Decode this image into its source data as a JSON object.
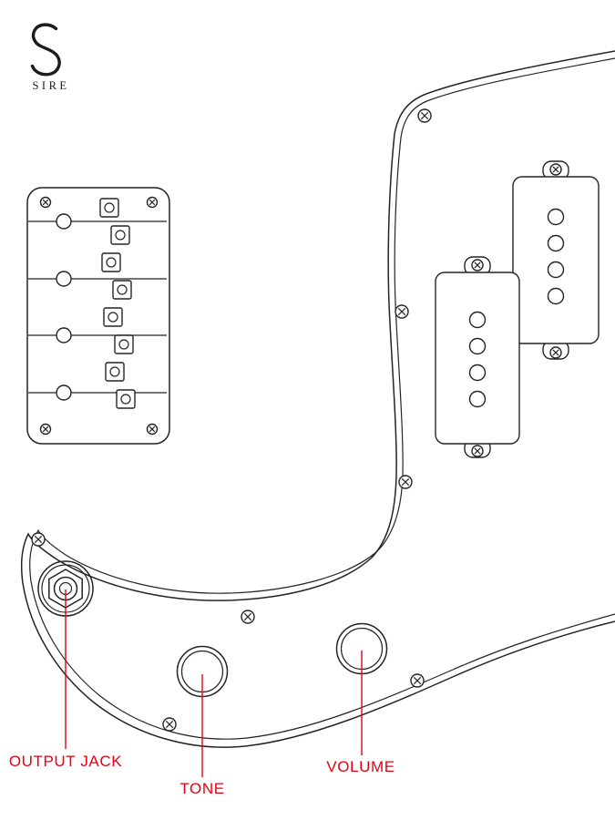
{
  "colors": {
    "ink": "#242424",
    "red": "#e60012",
    "background": "#ffffff"
  },
  "logo": {
    "brand": "SIRE"
  },
  "callouts": {
    "output_jack": "OUTPUT JACK",
    "tone": "TONE",
    "volume": "VOLUME"
  }
}
